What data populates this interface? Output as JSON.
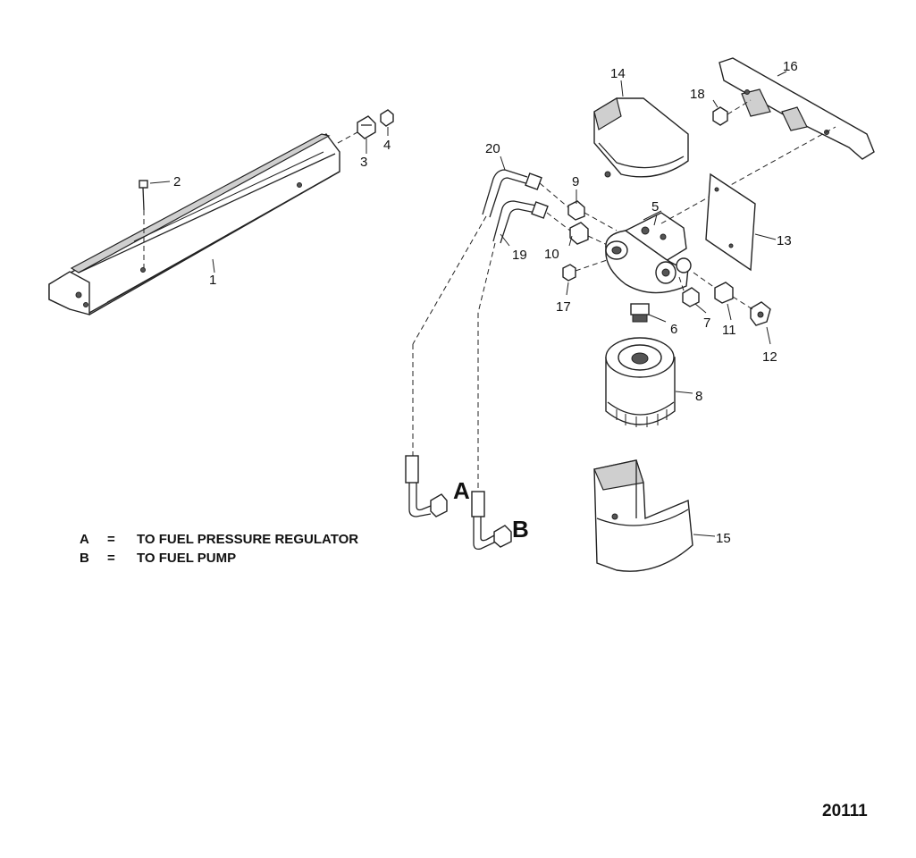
{
  "diagram": {
    "part_labels": [
      "1",
      "2",
      "3",
      "4",
      "5",
      "6",
      "7",
      "8",
      "9",
      "10",
      "11",
      "12",
      "13",
      "14",
      "15",
      "16",
      "17",
      "18",
      "19",
      "20"
    ],
    "callouts": {
      "a": "A",
      "b": "B"
    },
    "legend": [
      {
        "key": "A",
        "sep": "=",
        "text": "TO FUEL PRESSURE  REGULATOR"
      },
      {
        "key": "B",
        "sep": "=",
        "text": "TO FUEL PUMP"
      }
    ],
    "figure_number": "20111"
  }
}
